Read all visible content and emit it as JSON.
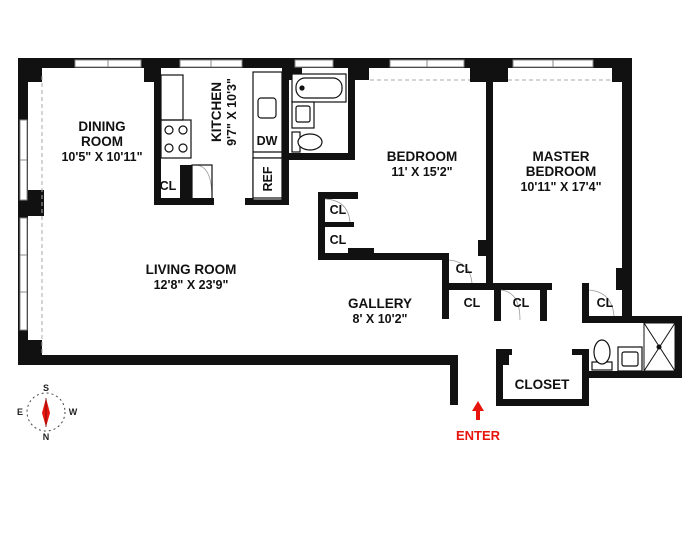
{
  "rooms": {
    "dining_name_1": "DINING",
    "dining_name_2": "ROOM",
    "dining_dim": "10'5\" X 10'11\"",
    "kitchen_name": "KITCHEN",
    "kitchen_dim": "9'7\" X 10'3\"",
    "bedroom_name": "BEDROOM",
    "bedroom_dim": "11' X 15'2\"",
    "master_name_1": "MASTER",
    "master_name_2": "BEDROOM",
    "master_dim": "10'11\" X 17'4\"",
    "living_name": "LIVING ROOM",
    "living_dim": "12'8\" X 23'9\"",
    "gallery_name": "GALLERY",
    "gallery_dim": "8' X 10'2\"",
    "closet_name": "CLOSET"
  },
  "fixtures": {
    "dw": "DW",
    "ref": "REF",
    "closet_abbrev": "CL"
  },
  "entry": {
    "label": "ENTER"
  },
  "compass": {
    "n": "N",
    "s": "S",
    "e": "E",
    "w": "W"
  },
  "colors": {
    "wall": "#111111",
    "enter": "#e8150f",
    "compass_needle": "#e8150f"
  }
}
